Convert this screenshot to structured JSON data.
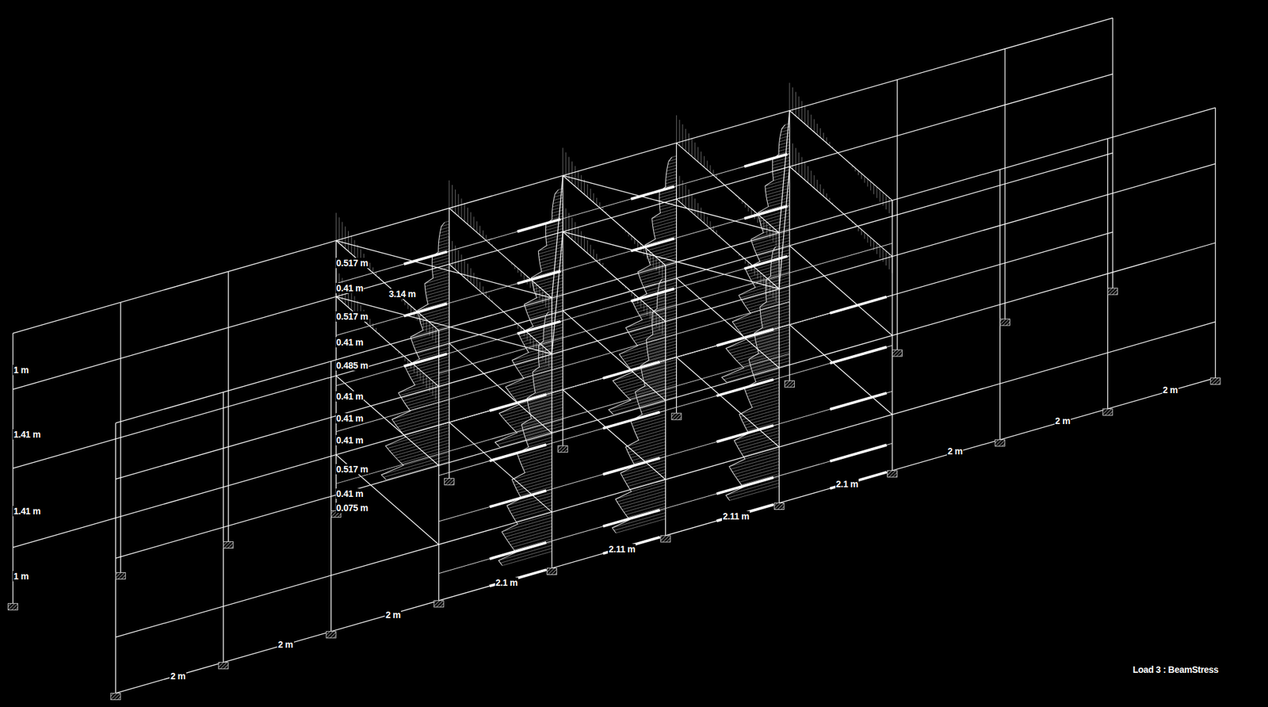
{
  "diagram": {
    "labels": [
      "0.517 m",
      "0.41 m",
      "3.14 m",
      "0.517 m",
      "0.41 m",
      "0.485 m",
      "0.41 m",
      "0.41 m",
      "0.41 m",
      "0.517 m",
      "0.41 m",
      "0.075 m",
      "1 m",
      "1.41 m",
      "1.41 m",
      "1 m",
      "2 m",
      "2 m",
      "2 m",
      "2.1 m",
      "2.11 m",
      "2.11 m",
      "2.1 m",
      "2 m",
      "2 m",
      "2 m",
      "Load 3 : BeamStress"
    ]
  }
}
